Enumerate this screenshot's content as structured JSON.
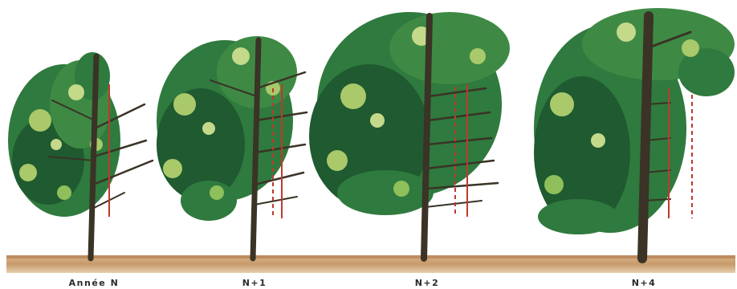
{
  "stages": [
    {
      "label": "Année N"
    },
    {
      "label": "N+1"
    },
    {
      "label": "N+2"
    },
    {
      "label": "N+4"
    }
  ],
  "colors": {
    "foliage_dark": "#1f5a30",
    "foliage_mid": "#2f7a3e",
    "foliage_light": "#a9c96a",
    "trunk": "#3a3326",
    "marker_line": "#c0392b",
    "ground": "#c79a6a"
  }
}
